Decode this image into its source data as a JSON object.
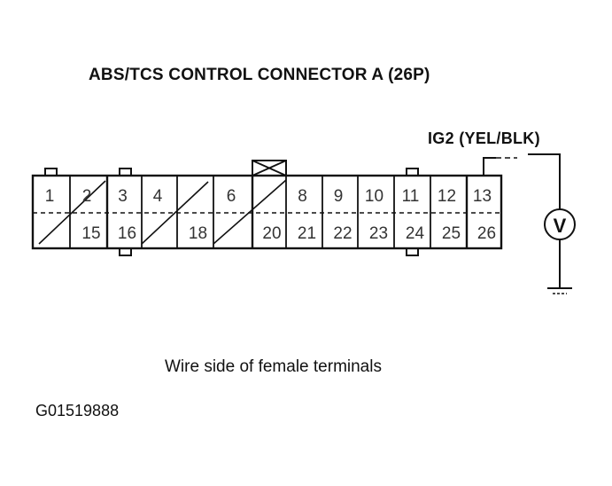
{
  "title": "ABS/TCS CONTROL CONNECTOR A (26P)",
  "probe_label": "IG2 (YEL/BLK)",
  "meter_symbol": "V",
  "caption": "Wire side of female terminals",
  "figure_id": "G01519888",
  "terminals_top": [
    "1",
    "2",
    "3",
    "4",
    "",
    "6",
    "",
    "8",
    "9",
    "10",
    "11",
    "12",
    "13"
  ],
  "terminals_bottom": [
    "",
    "15",
    "16",
    "",
    "18",
    "",
    "20",
    "21",
    "22",
    "23",
    "24",
    "25",
    "26"
  ]
}
